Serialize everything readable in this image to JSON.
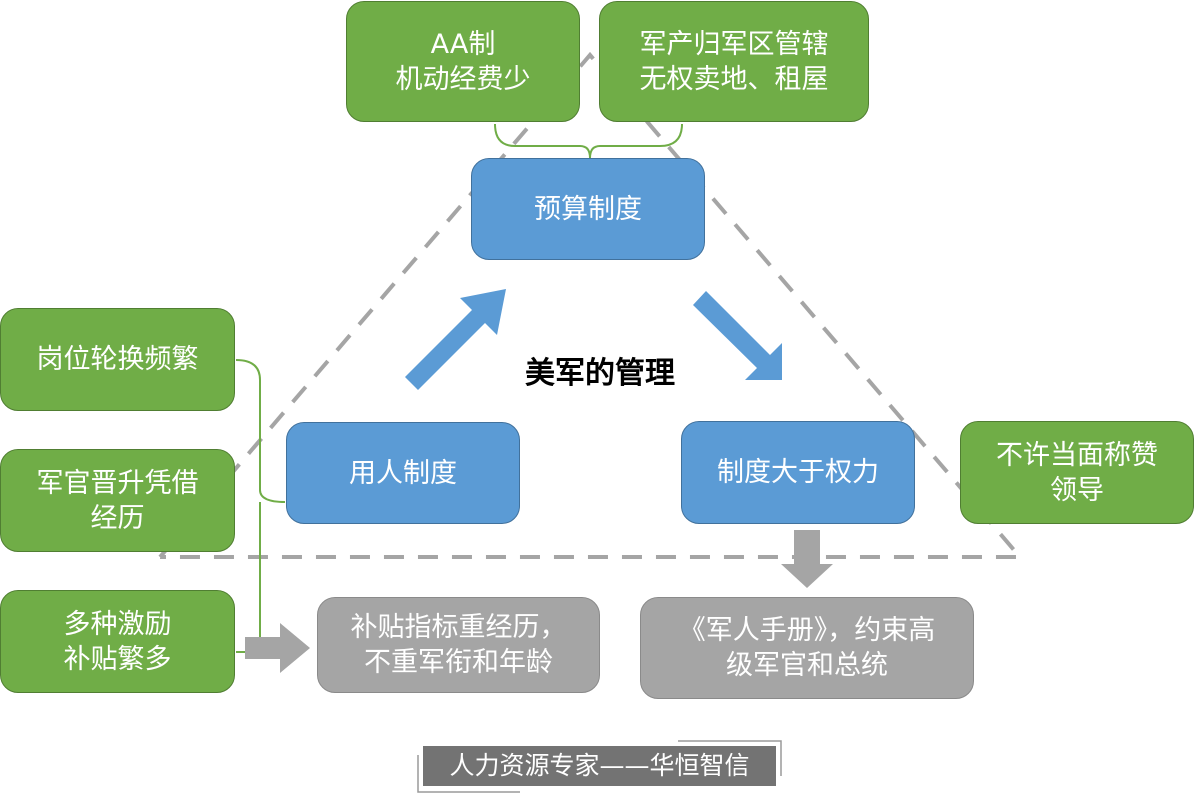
{
  "diagram": {
    "title": "美军的管理",
    "colors": {
      "core_box": "#5b9bd5",
      "detail_box": "#70ad47",
      "result_box": "#a5a5a5",
      "dashed_frame": "#a5a5a5",
      "footer_bg": "#737373"
    },
    "core_nodes": {
      "budget": "预算制度",
      "personnel": "用人制度",
      "rules_over_power": "制度大于权力"
    },
    "budget_details": [
      "AA制\n机动经费少",
      "军产归军区管辖\n无权卖地、租屋"
    ],
    "personnel_details": [
      "岗位轮换频繁",
      "军官晋升凭借\n经历",
      "多种激励\n补贴繁多"
    ],
    "rules_details": [
      "不许当面称赞\n领导"
    ],
    "outcomes": {
      "subsidy": "补贴指标重经历，\n不重军衔和年龄",
      "handbook": "《军人手册》，约束高\n级军官和总统"
    },
    "footer": "人力资源专家——华恒智信"
  }
}
